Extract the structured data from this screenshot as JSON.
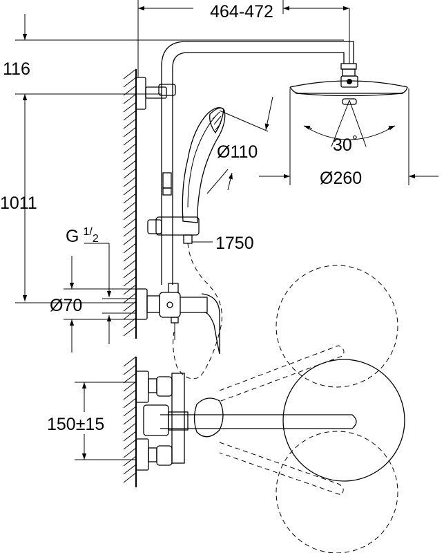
{
  "dimensions": {
    "top_width": "464-472",
    "head_height": "116",
    "bar_height": "1011",
    "hand_shower_dia": "Ø110",
    "head_dia": "Ø260",
    "tilt_angle": "30",
    "tilt_unit": "°",
    "hose_length": "1750",
    "thread_prefix": "G",
    "thread_num": "1",
    "thread_den": "2",
    "rosette_dia": "Ø70",
    "center_distance": "150±15"
  }
}
